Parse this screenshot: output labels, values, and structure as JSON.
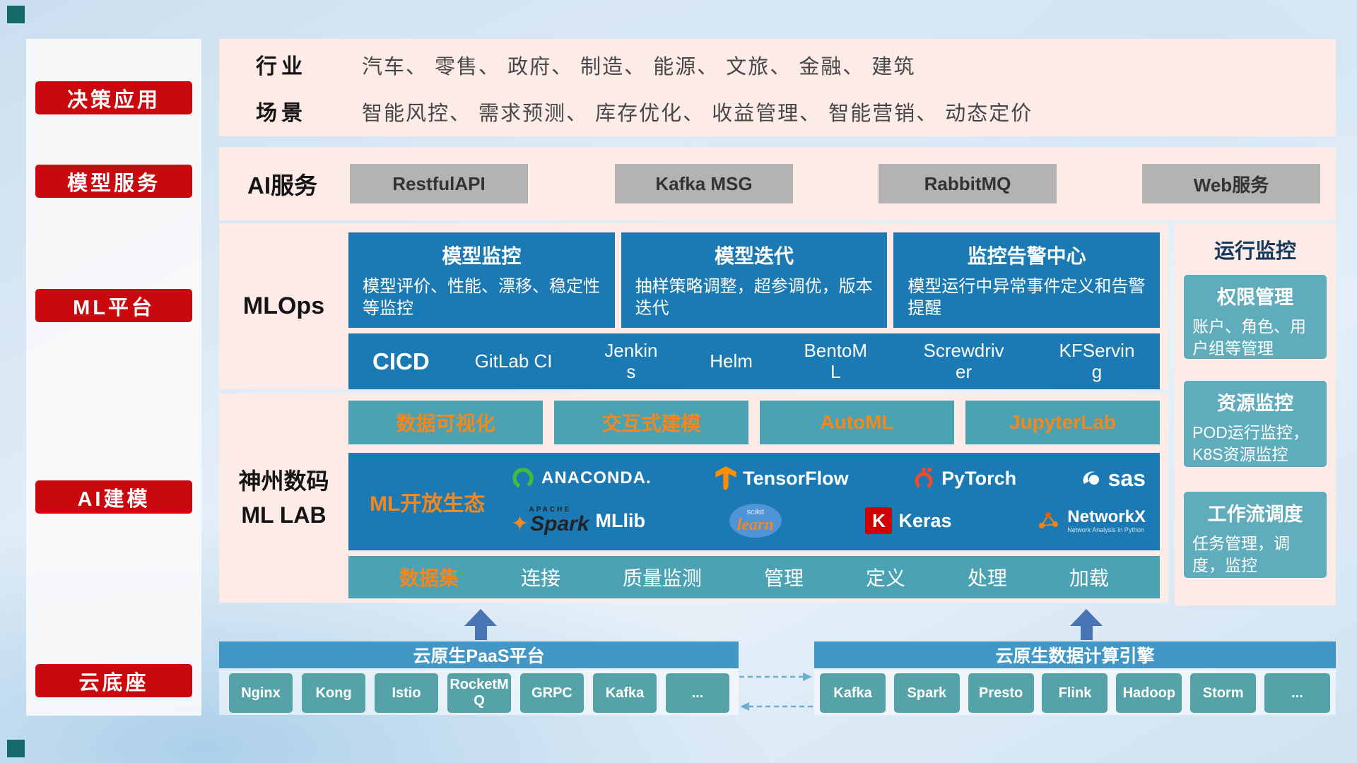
{
  "sidebar": {
    "items": [
      {
        "label": "决策应用"
      },
      {
        "label": "模型服务"
      },
      {
        "label": "ML平台"
      },
      {
        "label": "AI建模"
      },
      {
        "label": "云底座"
      }
    ]
  },
  "industry": {
    "label": "行业",
    "value": "汽车、 零售、 政府、 制造、 能源、 文旅、 金融、 建筑"
  },
  "scenario": {
    "label": "场景",
    "value": "智能风控、 需求预测、 库存优化、 收益管理、 智能营销、 动态定价"
  },
  "ai_service": {
    "label": "AI服务",
    "buttons": [
      "RestfulAPI",
      "Kafka MSG",
      "RabbitMQ",
      "Web服务"
    ]
  },
  "mlops": {
    "label": "MLOps",
    "cards": [
      {
        "title": "模型监控",
        "desc": "模型评价、性能、漂移、稳定性等监控"
      },
      {
        "title": "模型迭代",
        "desc": "抽样策略调整，超参调优，版本迭代"
      },
      {
        "title": "监控告警中心",
        "desc": "模型运行中异常事件定义和告警提醒"
      }
    ],
    "cicd_label": "CICD",
    "cicd_tools": [
      "GitLab CI",
      "Jenkins",
      "Helm",
      "BentoML",
      "Screwdriver",
      "KFServing"
    ]
  },
  "monitor": {
    "title": "运行监控",
    "cards": [
      {
        "title": "权限管理",
        "desc": "账户、角色、用户组等管理"
      },
      {
        "title": "资源监控",
        "desc": "POD运行监控，K8S资源监控"
      },
      {
        "title": "工作流调度",
        "desc": "任务管理，调度，监控"
      }
    ]
  },
  "mllab": {
    "label1": "神州数码",
    "label2": "ML LAB",
    "buttons": [
      "数据可视化",
      "交互式建模",
      "AutoML",
      "JupyterLab"
    ],
    "ecosystem_label": "ML开放生态",
    "logos": {
      "anaconda": "ANACONDA.",
      "tensorflow": "TensorFlow",
      "pytorch": "PyTorch",
      "sas": "sas",
      "spark_top": "APACHE",
      "spark": "Spark",
      "mllib": "MLlib",
      "sklearn_top": "scikit",
      "sklearn": "learn",
      "keras_letter": "K",
      "keras": "Keras",
      "networkx": "NetworkX",
      "networkx_sub": "Network Analysis in Python"
    },
    "dataset_items": [
      "数据集",
      "连接",
      "质量监测",
      "管理",
      "定义",
      "处理",
      "加载"
    ]
  },
  "paas": {
    "title": "云原生PaaS平台",
    "buttons": [
      "Nginx",
      "Kong",
      "Istio",
      "RocketMQ",
      "GRPC",
      "Kafka",
      "..."
    ]
  },
  "engine": {
    "title": "云原生数据计算引擎",
    "buttons": [
      "Kafka",
      "Spark",
      "Presto",
      "Flink",
      "Hadoop",
      "Storm",
      "..."
    ]
  },
  "colors": {
    "accent_red": "#c9090d",
    "panel_pink": "#fcebe7",
    "primary_blue": "#1b7ab3",
    "teal": "#4aa2b3",
    "teal_light": "#5fadbc",
    "teal_green": "#55a3a8",
    "header_blue": "#4197c6",
    "orange": "#f5871f",
    "gray_button": "#b5b3b2"
  }
}
